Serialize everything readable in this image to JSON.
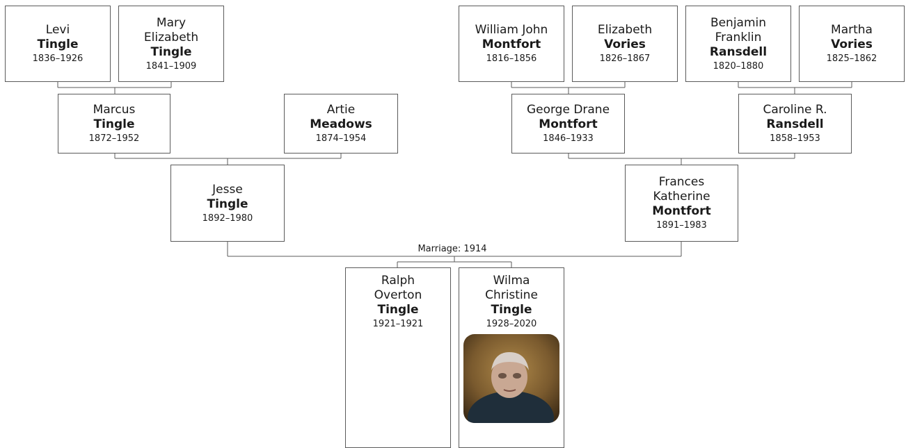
{
  "people": {
    "levi": {
      "given": "Levi",
      "surname": "Tingle",
      "years": "1836–1926"
    },
    "mary": {
      "given": "Mary Elizabeth",
      "surname": "Tingle",
      "years": "1841–1909"
    },
    "william": {
      "given": "William John",
      "surname": "Montfort",
      "years": "1816–1856"
    },
    "elizabeth": {
      "given": "Elizabeth",
      "surname": "Vories",
      "years": "1826–1867"
    },
    "benjamin": {
      "given": "Benjamin Franklin",
      "surname": "Ransdell",
      "years": "1820–1880"
    },
    "martha": {
      "given": "Martha",
      "surname": "Vories",
      "years": "1825–1862"
    },
    "marcus": {
      "given": "Marcus",
      "surname": "Tingle",
      "years": "1872–1952"
    },
    "artie": {
      "given": "Artie",
      "surname": "Meadows",
      "years": "1874–1954"
    },
    "george": {
      "given": "George Drane",
      "surname": "Montfort",
      "years": "1846–1933"
    },
    "caroline": {
      "given": "Caroline R.",
      "surname": "Ransdell",
      "years": "1858–1953"
    },
    "jesse": {
      "given": "Jesse",
      "surname": "Tingle",
      "years": "1892–1980"
    },
    "frances": {
      "given": "Frances Katherine",
      "surname": "Montfort",
      "years": "1891–1983"
    },
    "ralph": {
      "given": "Ralph Overton",
      "surname": "Tingle",
      "years": "1921–1921"
    },
    "wilma": {
      "given": "Wilma Christine",
      "surname": "Tingle",
      "years": "1928–2020"
    }
  },
  "marriage_label": "Marriage: 1914",
  "colors": {
    "border": "#5a5a5a",
    "text": "#1a1a1a"
  },
  "photo_icon": "portrait-photo"
}
